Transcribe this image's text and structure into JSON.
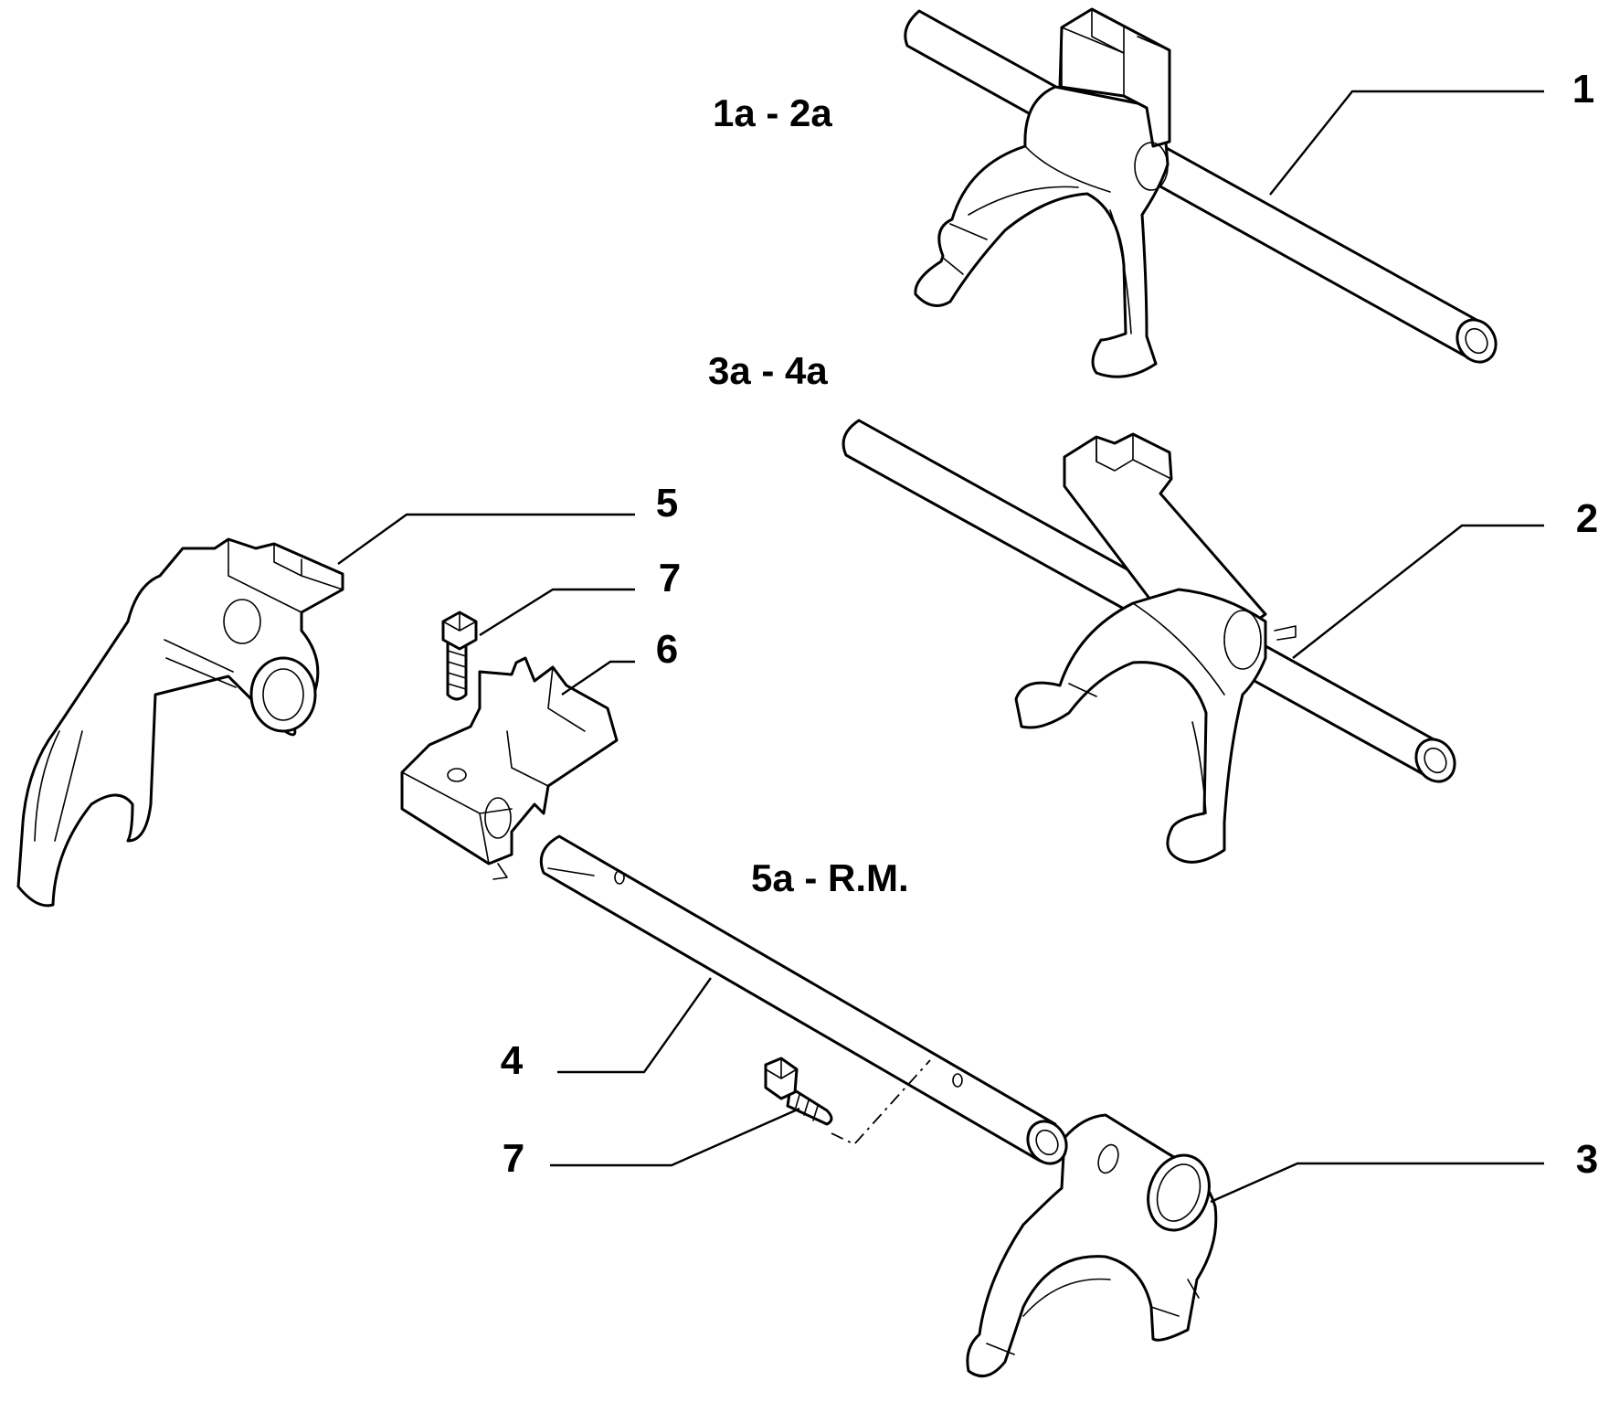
{
  "callouts": {
    "c1": "1",
    "c2": "2",
    "c3": "3",
    "c4": "4",
    "c5": "5",
    "c6": "6",
    "c7a": "7",
    "c7b": "7"
  },
  "groups": {
    "g1": "1a - 2a",
    "g2": "3a - 4a",
    "g3": "5a - R.M."
  }
}
